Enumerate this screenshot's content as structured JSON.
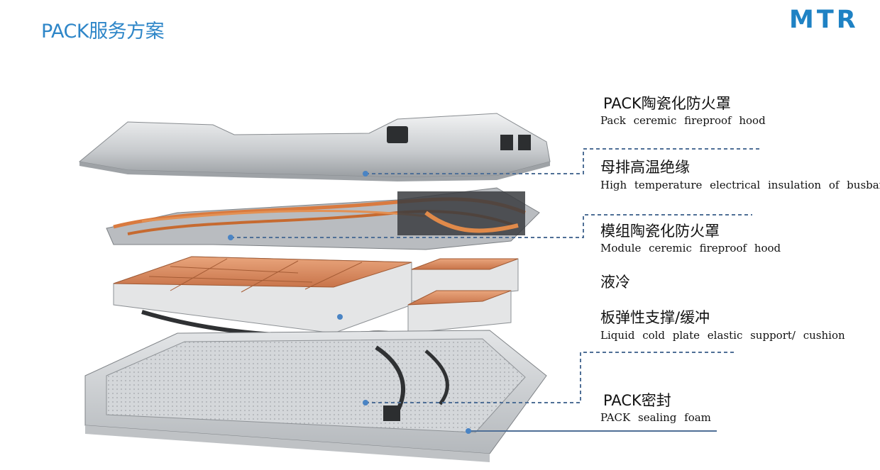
{
  "page": {
    "title": "PACK服务方案",
    "logo": "MTR"
  },
  "labels": [
    {
      "zh": "PACK陶瓷化防火罩",
      "en": "Pack ceremic fireproof hood"
    },
    {
      "zh": "母排高温绝缘",
      "en": "High temperature electrical insulation of busbar"
    },
    {
      "zh": "模组陶瓷化防火罩",
      "en": "Module ceremic fireproof hood"
    },
    {
      "zh": "液冷",
      "en": ""
    },
    {
      "zh": "板弹性支撑/缓冲",
      "en": "Liquid cold plate elastic support/ cushion"
    },
    {
      "zh": "PACK密封",
      "en": "PACK sealing foam"
    }
  ],
  "colors": {
    "title": "#2e86c8",
    "logo": "#1f82c4",
    "leader": "#4f6f96",
    "copper": "#d9875a",
    "aluminum": "#c9ccd0"
  }
}
